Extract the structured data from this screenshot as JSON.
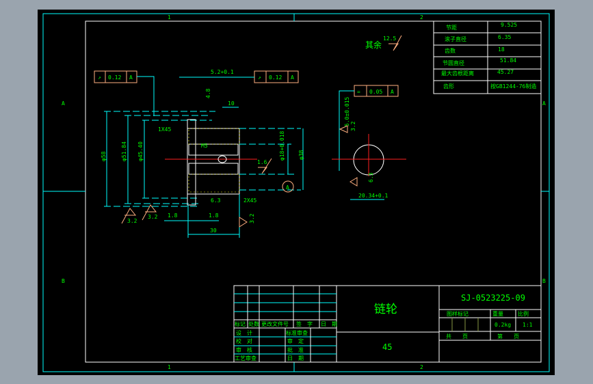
{
  "frame": {
    "zone_cols": [
      "1",
      "2"
    ],
    "zone_rows": [
      "A",
      "B"
    ]
  },
  "params_table": [
    {
      "label": "节距",
      "value": "9.525"
    },
    {
      "label": "滚子直径",
      "value": "6.35"
    },
    {
      "label": "齿数",
      "value": "18"
    },
    {
      "label": "节圆直径",
      "value": "51.84"
    },
    {
      "label": "最大齿根距离",
      "value": "45.27"
    },
    {
      "label": "齿形",
      "value": "按GB1244-76制造"
    }
  ],
  "roughness_note": {
    "label": "其余",
    "value": "12.5"
  },
  "main_view": {
    "tol_left": {
      "symbol": "↗",
      "value": "0.12",
      "datum": "A"
    },
    "tol_right": {
      "symbol": "↗",
      "value": "0.12",
      "datum": "A"
    },
    "dims": {
      "keyway_width": "5.2+0.1",
      "depth": "4.8",
      "hub": "10",
      "d_outer": "φ58",
      "d_pitch": "φ51.84",
      "d_root": "φ45.40",
      "chamfer1": "1X45",
      "chamfer2": "2X45",
      "bore": "φ18+0.018",
      "d_hub": "φ38",
      "m": "M5",
      "ra16": "1.6",
      "ra63": "6.3",
      "ra32a": "3.2",
      "ra32b": "3.2",
      "e1": "1.8",
      "e2": "1.8",
      "length": "30",
      "datum": "A"
    }
  },
  "side_view": {
    "tol": {
      "symbol": "=",
      "value": "0.05",
      "datum": "A"
    },
    "keyway": "5.0±0.015",
    "ra": "3.2",
    "ra2": "6.3",
    "depth": "20.34+0.1"
  },
  "title_block": {
    "part_name": "链轮",
    "drawing_no": "SJ-0523225-09",
    "material": "45",
    "headers": {
      "stage": "图样标记",
      "weight": "重量",
      "scale": "比例"
    },
    "weight": "0.2kg",
    "scale": "1:1",
    "total_pages": "共　　页",
    "page": "第　　页",
    "rev_headers": [
      "标记",
      "处数",
      "更改文件号",
      "签　字",
      "日　期"
    ],
    "sign_rows": [
      "设　计",
      "校　对",
      "审　核",
      "工艺审查"
    ],
    "sign_rows2": [
      "标准审查",
      "审　定",
      "批　准",
      "日　期"
    ]
  }
}
